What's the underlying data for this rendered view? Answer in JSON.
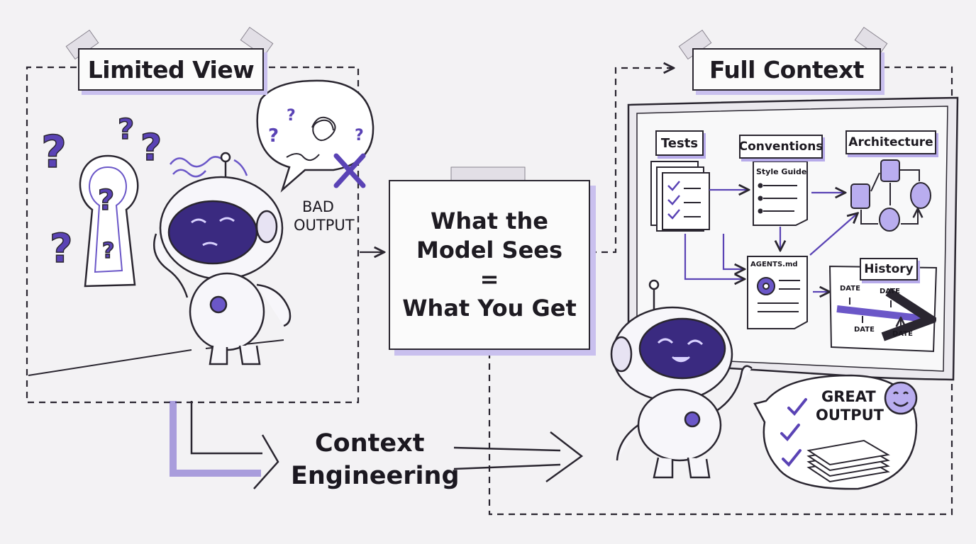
{
  "left_panel": {
    "title": "Limited View",
    "output_label_line1": "BAD",
    "output_label_line2": "OUTPUT"
  },
  "center_card": {
    "line1": "What the",
    "line2": "Model Sees",
    "equals": "=",
    "line3": "What You Get"
  },
  "bottom_label": {
    "line1": "Context",
    "line2": "Engineering"
  },
  "right_panel": {
    "title": "Full Context",
    "board": {
      "tests": "Tests",
      "conventions": "Conventions",
      "architecture": "Architecture",
      "style_guide": "Style Guide",
      "agents_file": "AGENTS.md",
      "history": "History",
      "date_labels": [
        "DATE",
        "DATE",
        "DATE",
        "DATE"
      ]
    },
    "output_label_line1": "GREAT",
    "output_label_line2": "OUTPUT"
  },
  "colors": {
    "accent": "#5a43b5",
    "accent_light": "#c9c0ee",
    "ink": "#2a2630",
    "background": "#f3f2f4"
  }
}
